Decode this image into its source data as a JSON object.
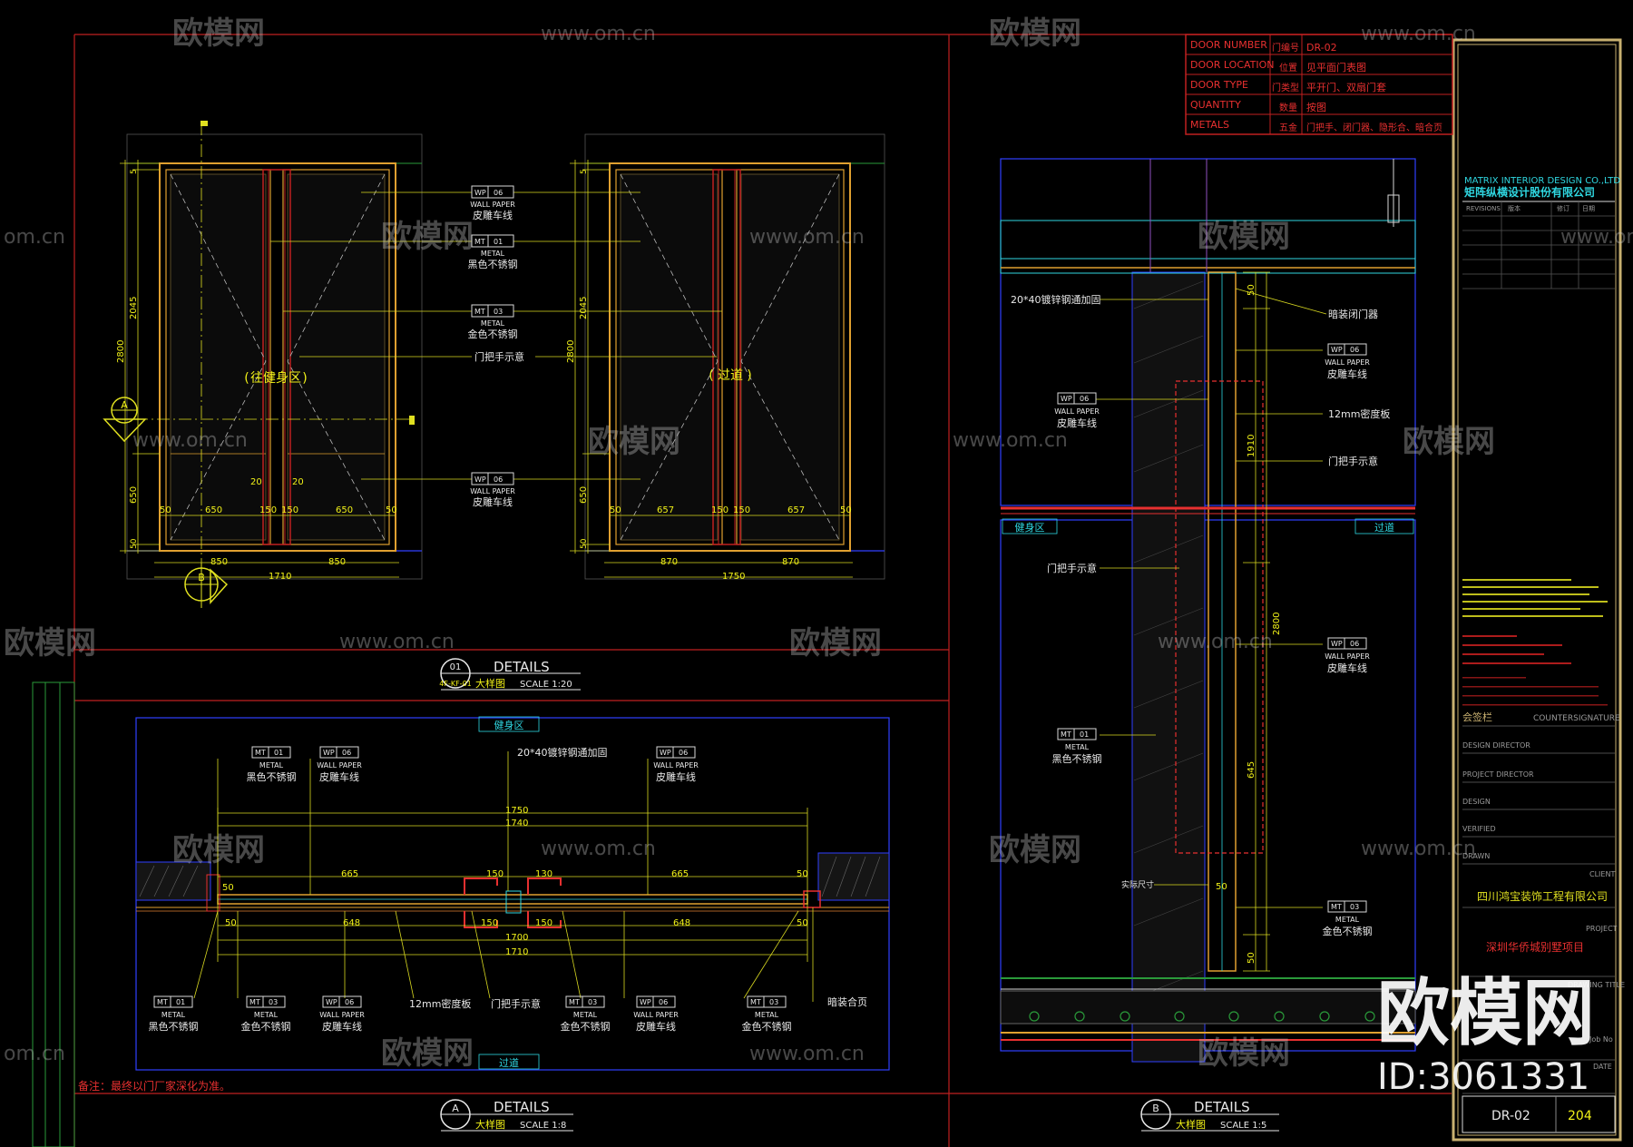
{
  "title_block": {
    "door_number_label": "DOOR NUMBER",
    "door_number_cn": "门编号",
    "door_number_value": "DR-02",
    "door_location_label": "DOOR LOCATION",
    "door_location_cn": "位置",
    "door_location_value": "见平面门表图",
    "door_type_label": "DOOR TYPE",
    "door_type_cn": "门类型",
    "door_type_value": "平开门、双扇门套",
    "quantity_label": "QUANTITY",
    "quantity_cn": "数量",
    "quantity_value": "按图",
    "metals_label": "METALS",
    "metals_cn": "五金",
    "metals_value": "门把手、闭门器、隐形合、暗合页",
    "company_en": "MATRIX INTERIOR DESIGN CO.,LTD",
    "company_cn": "矩阵纵横设计股份有限公司",
    "revisions": "REVISIONS",
    "rev_col1": "版本",
    "rev_col2": "修订",
    "rev_col3": "日期",
    "countersignature_cn": "会签栏",
    "countersignature_en": "COUNTERSIGNATURE",
    "design_director": "DESIGN DIRECTOR",
    "project_director": "PROJECT DIRECTOR",
    "design": "DESIGN",
    "verified": "VERIFIED",
    "drawn": "DRAWN",
    "client": "CLIENT",
    "client_name": "四川鸿宝装饰工程有限公司",
    "project": "PROJECT",
    "project_name": "深圳华侨城别墅项目",
    "drawing_title": "DRAWING TITLE",
    "job_no": "Job No",
    "date": "DATE",
    "drawing_no": "DR-02",
    "sheet_no": "204"
  },
  "elevations": {
    "left_room_label": "往健身区",
    "right_room_label": "过道",
    "height_total": "2800",
    "height_door": "2045",
    "height_low": "650",
    "left_dims": [
      "50",
      "650",
      "150",
      "150",
      "650",
      "50"
    ],
    "left_widths": [
      "850",
      "850"
    ],
    "left_total": "1710",
    "right_dims": [
      "50",
      "657",
      "150",
      "150",
      "657",
      "50"
    ],
    "right_widths": [
      "870",
      "870"
    ],
    "right_total": "1750",
    "small_20": "20",
    "dim_5": "5",
    "dim_50": "50"
  },
  "labels": {
    "wp_code": "WP",
    "wp_num": "06",
    "wp_en": "WALL PAPER",
    "wp_cn": "皮雕车线",
    "mt_code": "MT",
    "mt01": "01",
    "mt03": "03",
    "metal_en": "METAL",
    "black_steel": "黑色不锈钢",
    "gold_steel": "金色不锈钢",
    "handle": "门把手示意",
    "steel_tube": "20*40镀锌钢通加固",
    "closer": "暗装闭门器",
    "mdf": "12mm密度板",
    "hinge": "暗装合页",
    "actual_size": "实际尺寸",
    "gym": "健身区",
    "corridor": "过道"
  },
  "section_a": {
    "dims_top": [
      "1750",
      "1740"
    ],
    "dims_mid": [
      "50",
      "665",
      "150",
      "130",
      "665",
      "50"
    ],
    "dims_bot": [
      "50",
      "648",
      "150",
      "150",
      "648",
      "50"
    ],
    "dims_total": [
      "1700",
      "1710"
    ]
  },
  "section_b": {
    "dims": [
      "50",
      "1910",
      "2800",
      "645",
      "50",
      "50"
    ]
  },
  "captions": {
    "c1_no": "01",
    "c1_ref": "4F-KF-01",
    "c1_title": "DETAILS",
    "c1_cn": "大样图",
    "c1_scale": "SCALE  1:20",
    "cA_no": "A",
    "cA_title": "DETAILS",
    "cA_cn": "大样图",
    "cA_scale": "SCALE  1:8",
    "cB_no": "B",
    "cB_title": "DETAILS",
    "cB_cn": "大样图",
    "cB_scale": "SCALE  1:5",
    "section_a_mark": "A",
    "section_b_mark": "B"
  },
  "note": "备注：最终以门厂家深化为准。",
  "watermark": {
    "brand_cn": "欧模网",
    "url": "www.om.cn",
    "url_part": "om.cn",
    "id": "ID:3061331"
  },
  "colors": {
    "background": "#000000",
    "dimension": "#f2f218",
    "frame": "#c02020",
    "door": "#e0a030",
    "section": "#3040ff"
  }
}
